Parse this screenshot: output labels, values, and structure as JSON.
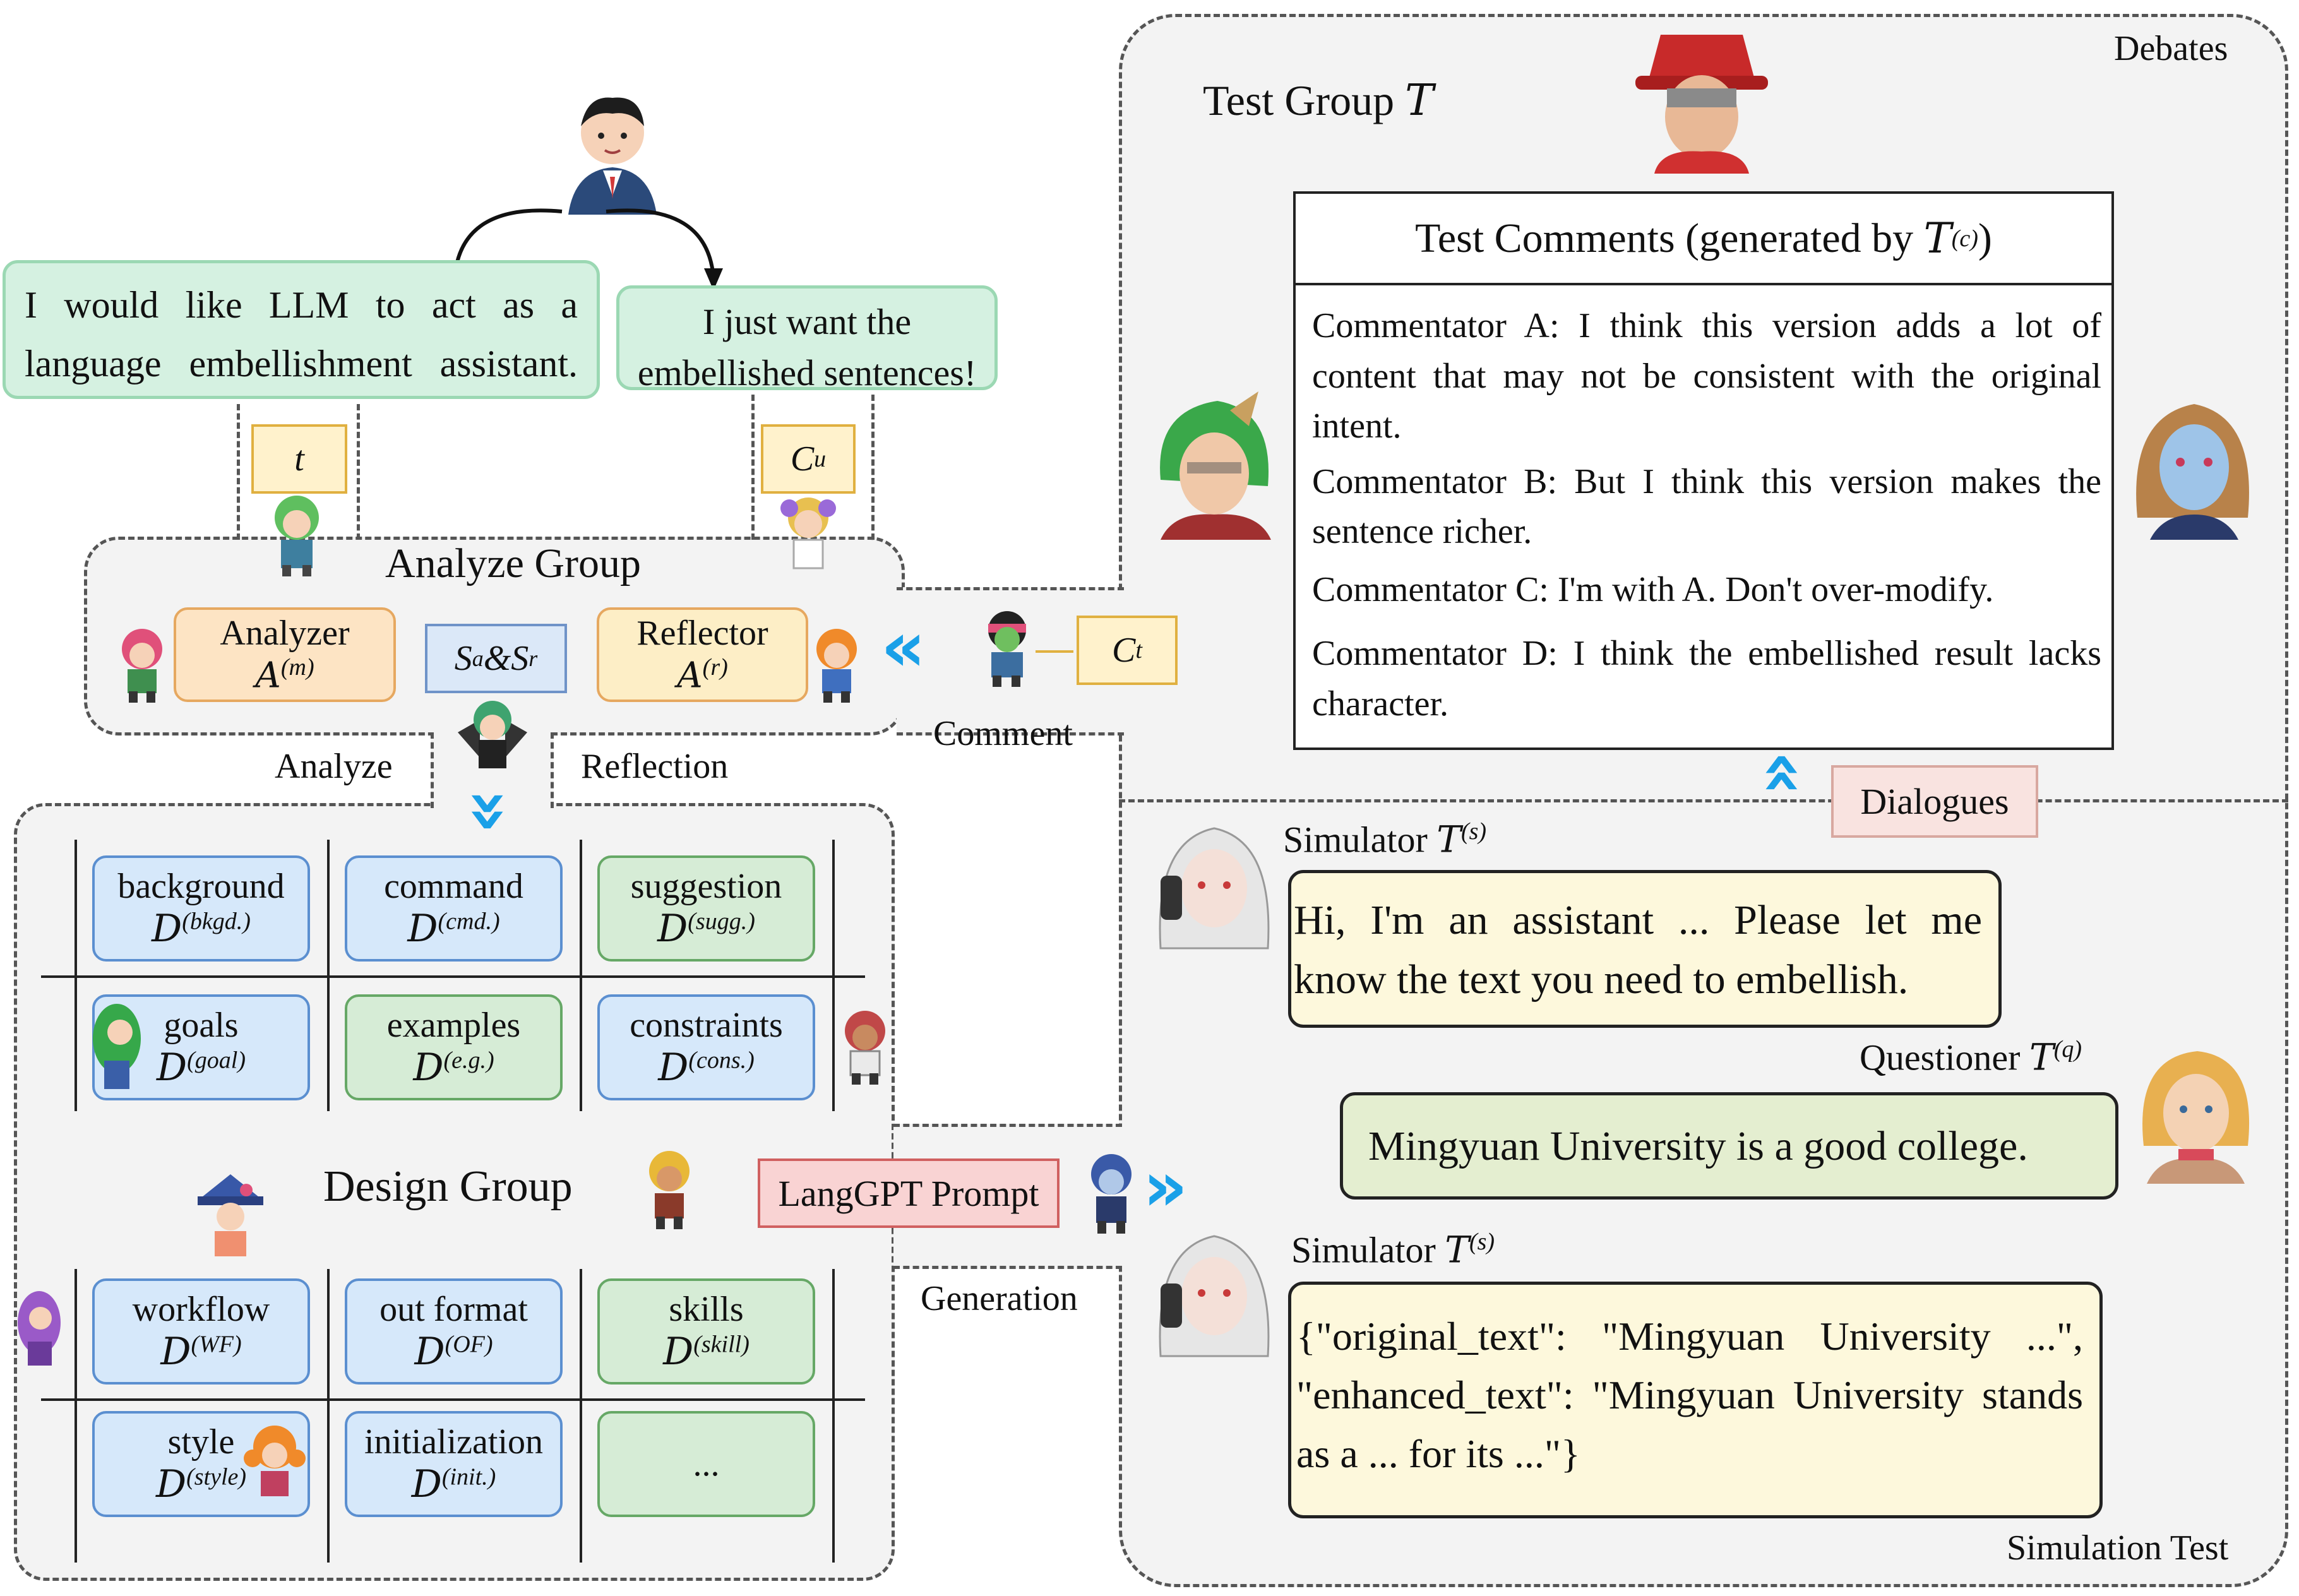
{
  "user_speech": {
    "left": "I would like LLM to act as a language embellishment assistant.",
    "right": "I just want the embellished sentences!"
  },
  "tags": {
    "t": "t",
    "cu": "C",
    "cu_sub": "u",
    "ct": "C",
    "ct_sub": "t",
    "sa_sr": "S",
    "sa_sub": "a",
    "amp": "&S",
    "sr_sub": "r",
    "langgpt": "LangGPT Prompt",
    "dialogues": "Dialogues"
  },
  "analyze_group": {
    "title": "Analyze Group",
    "analyzer_label": "Analyzer",
    "analyzer_sym": "A",
    "analyzer_sup": "(m)",
    "reflector_label": "Reflector",
    "reflector_sym": "A",
    "reflector_sup": "(r)"
  },
  "flow_labels": {
    "analyze": "Analyze",
    "reflection": "Reflection",
    "comment": "Comment",
    "generation": "Generation"
  },
  "analyze_grid": [
    {
      "label": "background",
      "sup": "(bkgd.)",
      "color": "blue"
    },
    {
      "label": "command",
      "sup": "(cmd.)",
      "color": "blue"
    },
    {
      "label": "suggestion",
      "sup": "(sugg.)",
      "color": "green"
    },
    {
      "label": "goals",
      "sup": "(goal)",
      "color": "blue"
    },
    {
      "label": "examples",
      "sup": "(e.g.)",
      "color": "green"
    },
    {
      "label": "constraints",
      "sup": "(cons.)",
      "color": "blue"
    }
  ],
  "design_group": {
    "title": "Design Group"
  },
  "design_grid": [
    {
      "label": "workflow",
      "sup": "(WF)",
      "color": "blue"
    },
    {
      "label": "out format",
      "sup": "(OF)",
      "color": "blue"
    },
    {
      "label": "skills",
      "sup": "(skill)",
      "color": "green"
    },
    {
      "label": "style",
      "sup": "(style)",
      "color": "blue"
    },
    {
      "label": "initialization",
      "sup": "(init.)",
      "color": "blue"
    },
    {
      "label": "...",
      "sup": "",
      "color": "green"
    }
  ],
  "symbol_D": "D",
  "test_group": {
    "title": "Test Group",
    "title_sym": "T",
    "debates": "Debates",
    "comments_header": "Test Comments (generated by",
    "comments_header_sym": "T",
    "comments_header_sup": "(c)",
    "comments_header_close": ")",
    "comments": [
      "Commentator A: I think this version adds a lot of content that may not be consistent with the original intent.",
      "Commentator B: But I think this version makes the sentence richer.",
      "Commentator C: I'm with A. Don't over-modify.",
      "Commentator D: I think the embellished result lacks character."
    ]
  },
  "simulation": {
    "label": "Simulation Test",
    "simulator_label": "Simulator",
    "simulator_sym": "T",
    "simulator_sup": "(s)",
    "questioner_label": "Questioner",
    "questioner_sym": "T",
    "questioner_sup": "(q)",
    "sim_msg1": "Hi, I'm an assistant ... Please let me know the text you need to embellish.",
    "question_msg": "Mingyuan University is a good college.",
    "sim_msg2": "{\"original_text\": \"Mingyuan University ...\", \"enhanced_text\": \"Mingyuan University stands as a ... for its ...\"}"
  },
  "colors": {
    "chevron": "#1aa0e8",
    "blue_box": "#d6e8fa",
    "green_box": "#d6ecd6",
    "orange_box": "#fde4c4",
    "region_bg": "#f3f3f3"
  }
}
